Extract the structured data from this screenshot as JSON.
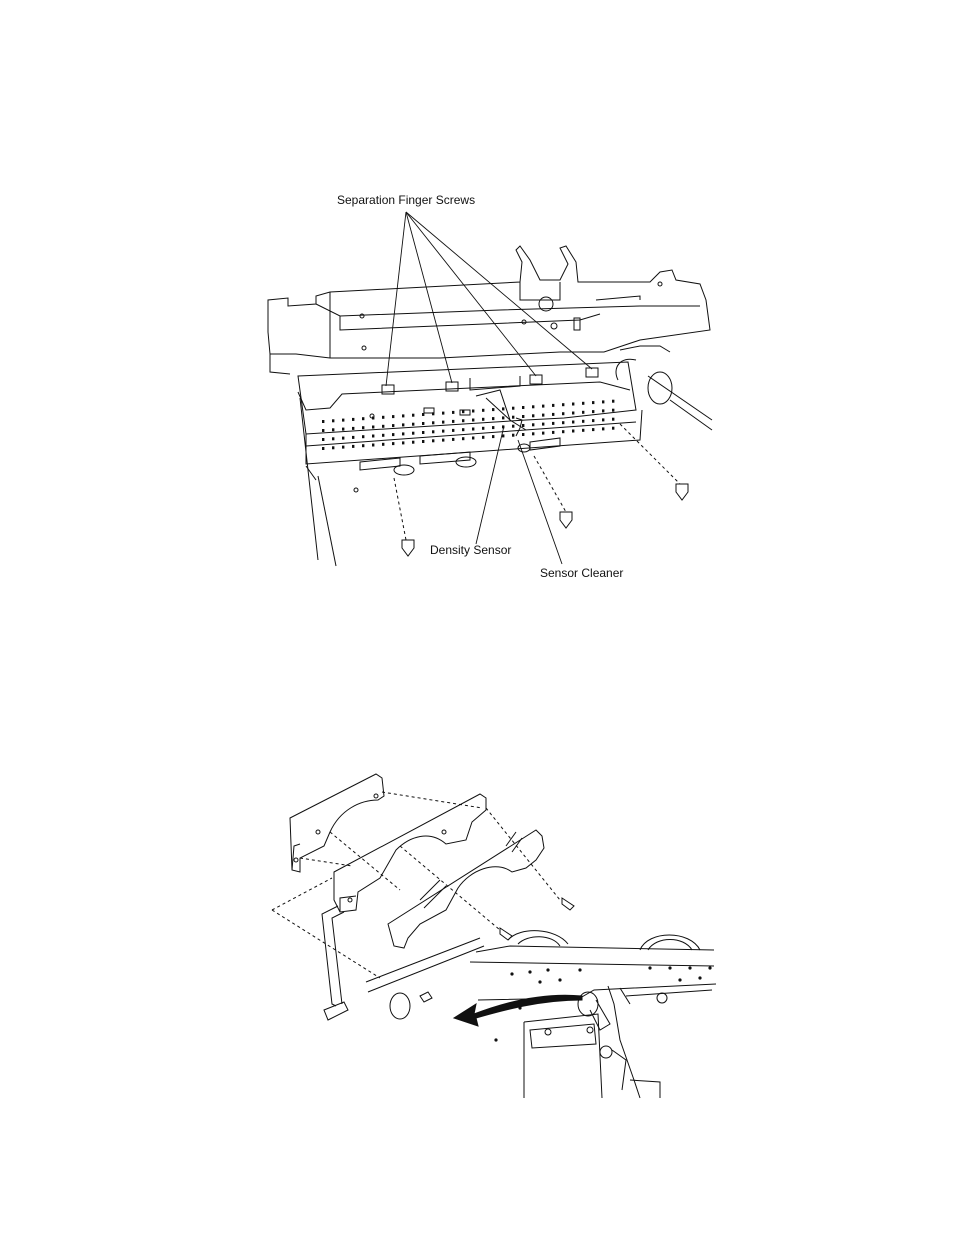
{
  "figure_top": {
    "labels": {
      "separation_finger_screws": "Separation Finger Screws",
      "density_sensor": "Density Sensor",
      "sensor_cleaner": "Sensor Cleaner"
    }
  }
}
